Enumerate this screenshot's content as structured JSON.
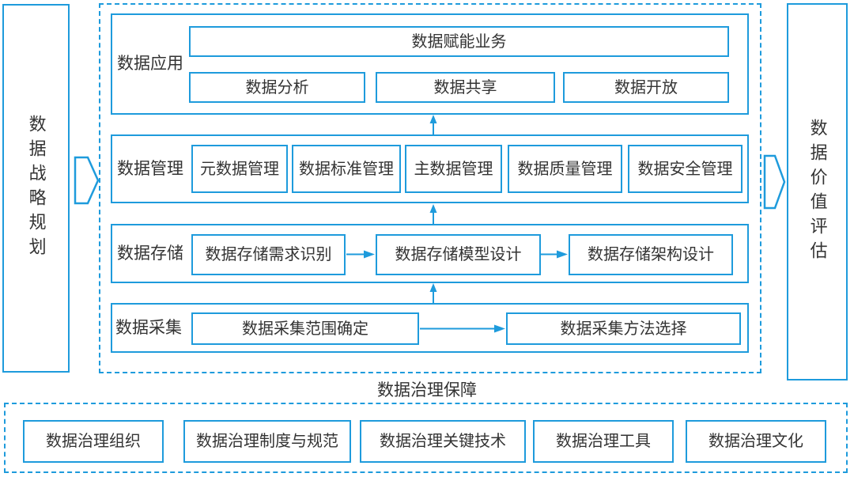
{
  "colors": {
    "accent": "#1e9bdc",
    "text": "#333333"
  },
  "left_panel": {
    "label": "数据战略规划"
  },
  "right_panel": {
    "label": "数据价值评估"
  },
  "framework": {
    "rows": [
      {
        "label": "数据应用",
        "top_item": "数据赋能业务",
        "items": [
          "数据分析",
          "数据共享",
          "数据开放"
        ]
      },
      {
        "label": "数据管理",
        "items": [
          "元数据管理",
          "数据标准管理",
          "主数据管理",
          "数据质量管理",
          "数据安全管理"
        ]
      },
      {
        "label": "数据存储",
        "items": [
          "数据存储需求识别",
          "数据存储模型设计",
          "数据存储架构设计"
        ]
      },
      {
        "label": "数据采集",
        "items": [
          "数据采集范围确定",
          "数据采集方法选择"
        ]
      }
    ]
  },
  "support": {
    "label": "数据治理保障",
    "items": [
      "数据治理组织",
      "数据治理制度与规范",
      "数据治理关键技术",
      "数据治理工具",
      "数据治理文化"
    ]
  }
}
